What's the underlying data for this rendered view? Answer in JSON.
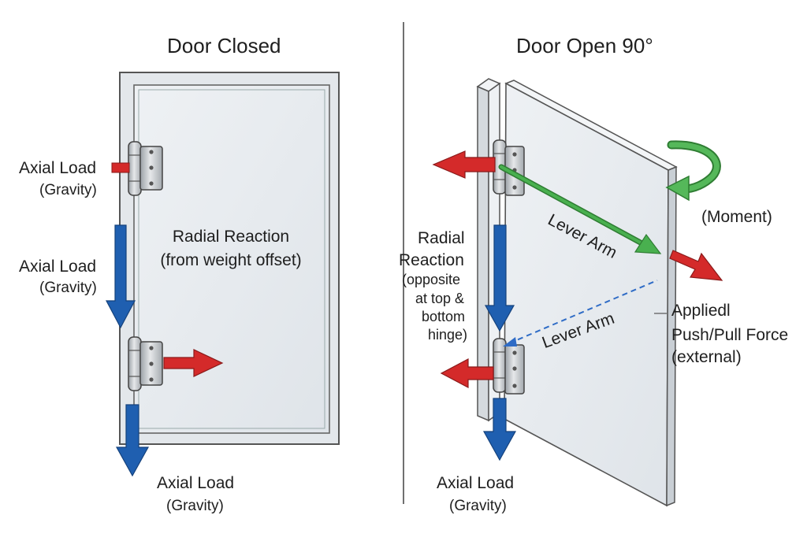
{
  "left_panel": {
    "title": "Door Closed",
    "axial_top": {
      "line1": "Axial Load",
      "line2": "(Gravity)"
    },
    "axial_mid": {
      "line1": "Axial Load",
      "line2": "(Gravity)"
    },
    "radial": {
      "line1": "Radial Reaction",
      "line2": "(from weight offset)"
    },
    "axial_bottom": {
      "line1": "Axial Load",
      "line2": "(Gravity)"
    }
  },
  "right_panel": {
    "title": "Door Open 90°",
    "radial": {
      "line1": "Radial",
      "line2": "Reaction",
      "line3": "(opposite",
      "line4": "at top &",
      "line5": "bottom",
      "line6": "hinge)"
    },
    "lever_arm_top": "Lever Arm",
    "lever_arm_bottom": "Lever Arm",
    "moment": "(Moment)",
    "applied": {
      "line1": "Appliedl",
      "line2": "Push/Pull Force",
      "line3": "(external)"
    },
    "axial_bottom": {
      "line1": "Axial Load",
      "line2": "(Gravity)"
    }
  },
  "colors": {
    "axial_arrow": "#1f5fb0",
    "radial_arrow": "#d42a2a",
    "lever_arm": "#3a9a3f",
    "moment": "#3a9a3f",
    "dashed_lever": "#2f6cc6",
    "door_fill": "#e9edf1",
    "frame_edge": "#8a8f96"
  },
  "icons": [
    "hinge-icon",
    "moment-arrow-icon"
  ]
}
